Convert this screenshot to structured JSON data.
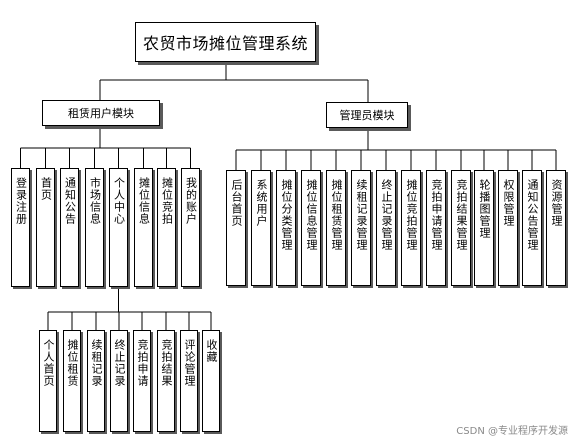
{
  "title": "农贸市场摊位管理系统",
  "modules": {
    "tenant": {
      "label": "租赁用户模块",
      "items": [
        "登录注册",
        "首页",
        "通知公告",
        "市场信息",
        "个人中心",
        "摊位信息",
        "摊位竞拍",
        "我的账户"
      ]
    },
    "admin": {
      "label": "管理员模块",
      "items": [
        "后台首页",
        "系统用户",
        "摊位分类管理",
        "摊位信息管理",
        "摊位租赁管理",
        "续租记录管理",
        "终止记录管理",
        "摊位竞拍管理",
        "竞拍申请管理",
        "竞拍结果管理",
        "轮播图管理",
        "权限管理",
        "通知公告管理",
        "资源管理"
      ]
    },
    "personal_center": {
      "items": [
        "个人首页",
        "摊位租赁",
        "续租记录",
        "终止记录",
        "竞拍申请",
        "竞拍结果",
        "评论管理",
        "收藏"
      ]
    }
  },
  "watermark": "CSDN @专业程序开发源"
}
